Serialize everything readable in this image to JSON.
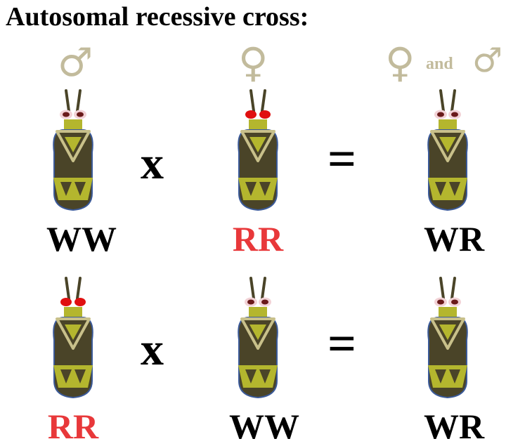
{
  "title": "Autosomal recessive cross:",
  "sex_labels": {
    "male_symbol": "♂",
    "female_symbol": "♀",
    "and_text": "and"
  },
  "operators": {
    "cross": "x",
    "equals": "="
  },
  "rows": [
    {
      "parent1": {
        "genotype": "WW",
        "eye_color": "white"
      },
      "parent2": {
        "genotype": "RR",
        "eye_color": "red"
      },
      "offspring": {
        "genotype": "WR",
        "eye_color": "white"
      }
    },
    {
      "parent1": {
        "genotype": "RR",
        "eye_color": "red"
      },
      "parent2": {
        "genotype": "WW",
        "eye_color": "white"
      },
      "offspring": {
        "genotype": "WR",
        "eye_color": "white"
      }
    }
  ],
  "colors": {
    "symbol": "#c2bb9c",
    "red_genotype": "#e8383a",
    "black_genotype": "#000000",
    "body": "#4a4428",
    "body_outline": "#3b5a99",
    "yellow_marking": "#b4b62e",
    "red_eye": "#e01010",
    "white_eye_rim": "#f2d2d6",
    "white_eye_pupil": "#6a1a1a"
  }
}
